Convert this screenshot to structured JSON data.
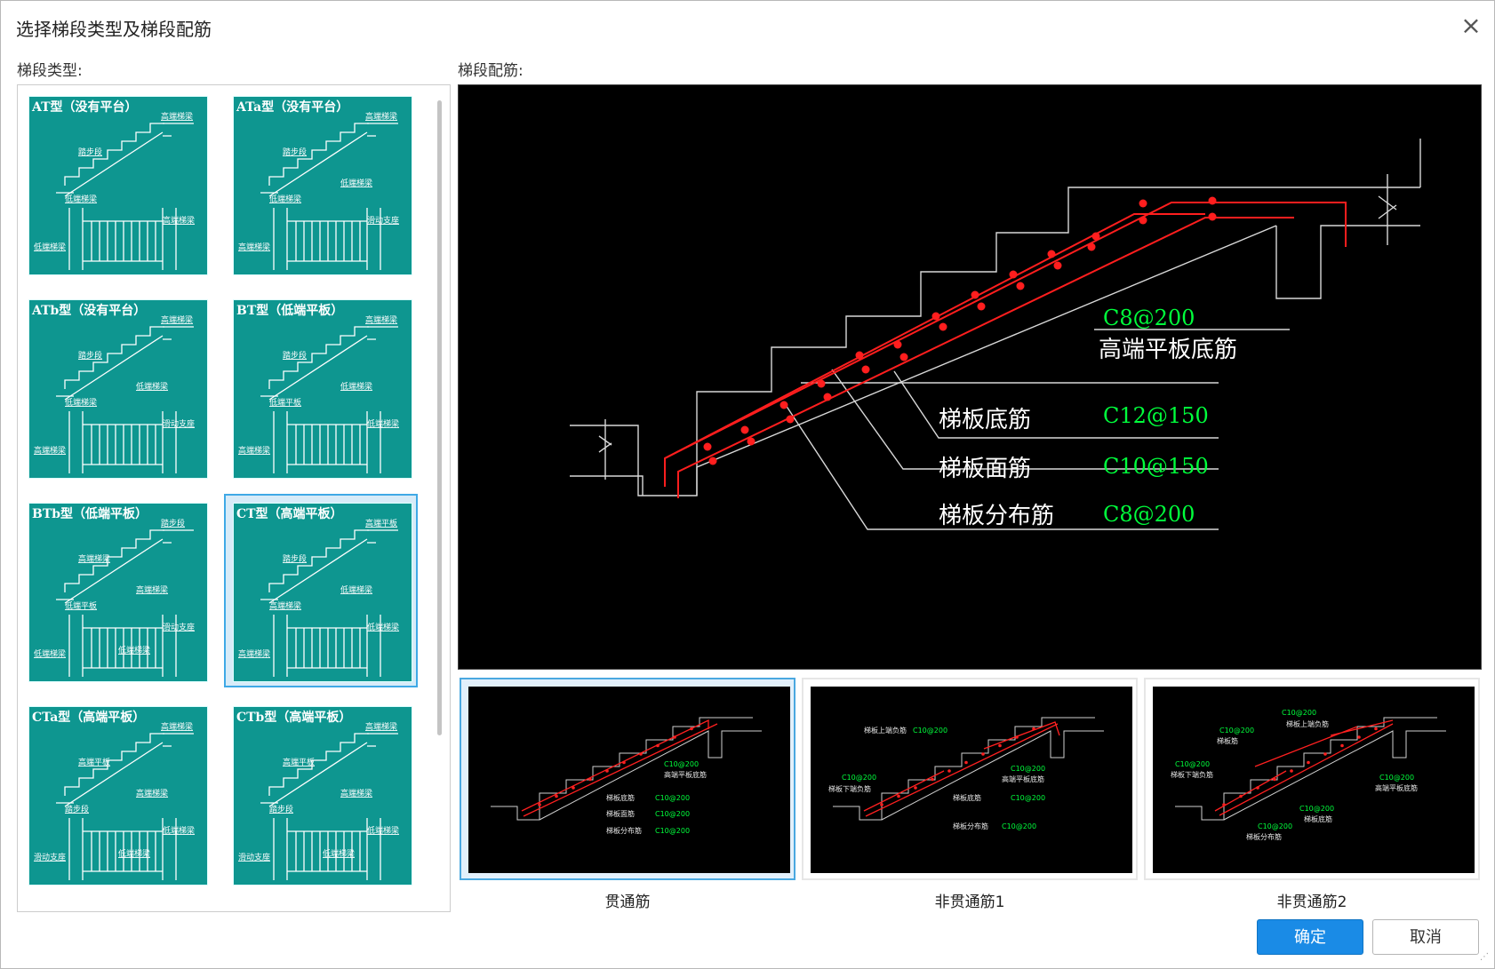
{
  "dialog": {
    "title": "选择梯段类型及梯段配筋",
    "close_icon": "close-icon",
    "type_label": "梯段类型:",
    "rebar_label": "梯段配筋:"
  },
  "stair_types": [
    {
      "name": "AT型（没有平台）",
      "tags": [
        "高端梯梁",
        "踏步段",
        "低端梯梁",
        "高端梯梁",
        "低端梯梁"
      ]
    },
    {
      "name": "ATa型（没有平台）",
      "tags": [
        "高端梯梁",
        "踏步段",
        "低端梯梁",
        "滑动支座",
        "高端梯梁",
        "低端梯梁"
      ]
    },
    {
      "name": "ATb型（没有平台）",
      "tags": [
        "高端梯梁",
        "踏步段",
        "低端梯梁",
        "滑动支座",
        "高端梯梁",
        "低端梯梁"
      ]
    },
    {
      "name": "BT型（低端平板）",
      "tags": [
        "高端梯梁",
        "踏步段",
        "低端平板",
        "低端梯梁",
        "高端梯梁",
        "低端梯梁"
      ]
    },
    {
      "name": "BTb型（低端平板）",
      "tags": [
        "踏步段",
        "高端梯梁",
        "低端平板",
        "滑动支座",
        "低端梯梁",
        "高端梯梁",
        "低端梯梁"
      ]
    },
    {
      "name": "CT型（高端平板）",
      "tags": [
        "高端平板",
        "踏步段",
        "高端梯梁",
        "低端梯梁",
        "高端梯梁",
        "低端梯梁"
      ]
    },
    {
      "name": "CTa型（高端平板）",
      "tags": [
        "高端梯梁",
        "高端平板",
        "踏步段",
        "低端梯梁",
        "滑动支座",
        "高端梯梁",
        "低端梯梁"
      ]
    },
    {
      "name": "CTb型（高端平板）",
      "tags": [
        "高端梯梁",
        "高端平板",
        "踏步段",
        "低端梯梁",
        "滑动支座",
        "高端梯梁",
        "低端梯梁"
      ]
    }
  ],
  "selected_type": "CT型（高端平板）",
  "preview": {
    "rebars": [
      {
        "label": "高端平板底筋",
        "value": "C8@200"
      },
      {
        "label": "梯板底筋",
        "value": "C12@150"
      },
      {
        "label": "梯板面筋",
        "value": "C10@150"
      },
      {
        "label": "梯板分布筋",
        "value": "C8@200"
      }
    ],
    "colors": {
      "background": "#000000",
      "line": "#d8d8d8",
      "rebar": "#ff1e1e",
      "value": "#00ff3c",
      "text": "#ffffff"
    }
  },
  "options": [
    {
      "label": "贯通筋",
      "selected": true,
      "texts": [
        {
          "t": "C10@200",
          "green": true
        },
        {
          "t": "高端平板底筋",
          "green": false
        },
        {
          "t": "梯板底筋",
          "green": false
        },
        {
          "t": "C10@200",
          "green": true
        },
        {
          "t": "梯板面筋",
          "green": false
        },
        {
          "t": "C10@200",
          "green": true
        },
        {
          "t": "梯板分布筋",
          "green": false
        },
        {
          "t": "C10@200",
          "green": true
        }
      ]
    },
    {
      "label": "非贯通筋1",
      "selected": false,
      "texts": [
        {
          "t": "梯板上端负筋",
          "green": false
        },
        {
          "t": "C10@200",
          "green": true
        },
        {
          "t": "C10@200",
          "green": true
        },
        {
          "t": "梯板下端负筋",
          "green": false
        },
        {
          "t": "C10@200",
          "green": true
        },
        {
          "t": "高端平板底筋",
          "green": false
        },
        {
          "t": "梯板底筋",
          "green": false
        },
        {
          "t": "C10@200",
          "green": true
        },
        {
          "t": "梯板分布筋",
          "green": false
        },
        {
          "t": "C10@200",
          "green": true
        }
      ]
    },
    {
      "label": "非贯通筋2",
      "selected": false,
      "texts": [
        {
          "t": "C10@200",
          "green": true
        },
        {
          "t": "梯板上端负筋",
          "green": false
        },
        {
          "t": "C10@200",
          "green": true
        },
        {
          "t": "梯板筋",
          "green": false
        },
        {
          "t": "C10@200",
          "green": true
        },
        {
          "t": "梯板下端负筋",
          "green": false
        },
        {
          "t": "C10@200",
          "green": true
        },
        {
          "t": "高端平板底筋",
          "green": false
        },
        {
          "t": "C10@200",
          "green": true
        },
        {
          "t": "梯板底筋",
          "green": false
        },
        {
          "t": "C10@200",
          "green": true
        },
        {
          "t": "梯板分布筋",
          "green": false
        }
      ]
    }
  ],
  "buttons": {
    "ok": "确定",
    "cancel": "取消"
  }
}
